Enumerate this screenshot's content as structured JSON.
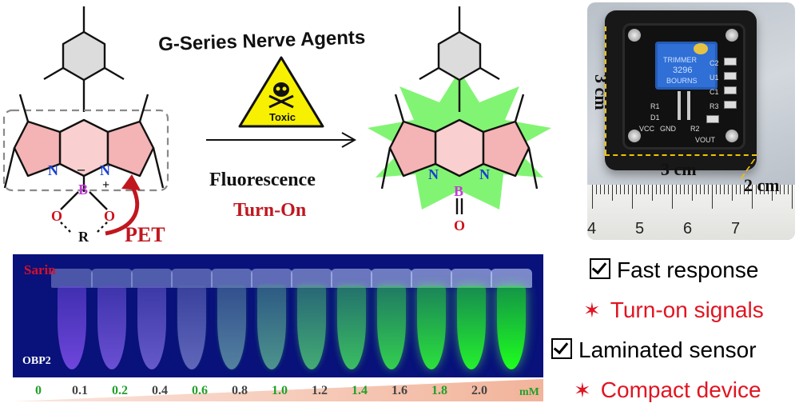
{
  "reaction": {
    "top_label": "G-Series Nerve Agents",
    "hazard_text": "Toxic",
    "arrow_label_1": "Fluorescence",
    "arrow_label_2": "Turn-On"
  },
  "left_structure": {
    "atoms": {
      "n1": "N",
      "n2": "N",
      "b": "B",
      "o1": "O",
      "o2": "O",
      "r": "R",
      "minus": "–",
      "plus": "+"
    },
    "mechanism_label": "PET"
  },
  "right_structure": {
    "atoms": {
      "n1": "N",
      "n2": "N",
      "b": "B",
      "o": "O"
    }
  },
  "device": {
    "dim_height": "3 cm",
    "dim_width": "3 cm",
    "dim_depth": "2 cm",
    "ruler_numbers": [
      "4",
      "5",
      "6",
      "7"
    ],
    "trimmer_text": [
      "TRIMMER",
      "3296",
      "BOURNS"
    ],
    "board_text": [
      "VCC",
      "GND",
      "R2",
      "C1",
      "R1",
      "U1",
      "D1",
      "R3",
      "C2",
      "VOUT"
    ]
  },
  "photo": {
    "agent_label": "Sarin",
    "probe_label": "OBP2",
    "tube_count": 12,
    "tube_intensity": [
      0.0,
      0.05,
      0.1,
      0.18,
      0.32,
      0.42,
      0.55,
      0.65,
      0.74,
      0.84,
      0.92,
      1.0
    ]
  },
  "concentration": {
    "values": [
      "0",
      "0.1",
      "0.2",
      "0.4",
      "0.6",
      "0.8",
      "1.0",
      "1.2",
      "1.4",
      "1.6",
      "1.8",
      "2.0"
    ],
    "unit": "mM"
  },
  "features": [
    {
      "marker": "check",
      "text": "Fast response",
      "color": "#000000"
    },
    {
      "marker": "star",
      "text": "Turn-on signals",
      "color": "#e01522"
    },
    {
      "marker": "check",
      "text": "Laminated sensor",
      "color": "#000000"
    },
    {
      "marker": "star",
      "text": "Compact device",
      "color": "#e01522"
    }
  ],
  "colors": {
    "pyrrole_fill": "#f4b3b4",
    "center_fill": "#f9d0cf",
    "boron": "#c23bd6",
    "nitrogen": "#1a3fd0",
    "oxygen": "#d0101a",
    "pet_arrow": "#c0171f",
    "glow": "#6cf25a",
    "green_value": "#22a02a",
    "gray_value": "#444444"
  }
}
